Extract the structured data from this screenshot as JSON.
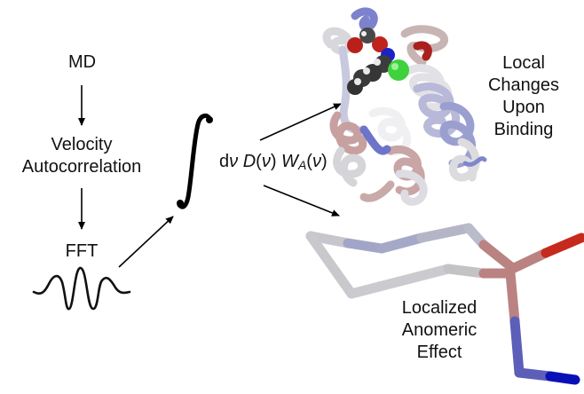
{
  "workflow": {
    "step_md": "MD",
    "step_vac_line1": "Velocity",
    "step_vac_line2": "Autocorrelation",
    "step_fft": "FFT"
  },
  "formula": {
    "integral_symbol": "∫",
    "d": "d",
    "nu": "ν",
    "D": "D",
    "open": "(",
    "close": ")",
    "W": "W",
    "sub_A": "A"
  },
  "outputs": {
    "protein_label_lines": [
      "Local",
      "Changes",
      "Upon",
      "Binding"
    ],
    "sugar_label_lines": [
      "Localized",
      "Anomeric",
      "Effect"
    ]
  },
  "colors": {
    "text": "#111111",
    "arrow": "#000000",
    "ribbon_white": "#dcdcdc",
    "ribbon_blue": "#6e74c8",
    "ribbon_pink": "#c59090",
    "atom_carbon": "#3c3c3c",
    "atom_oxygen": "#c0231e",
    "atom_nitrogen": "#1b22c8",
    "atom_chlorine": "#3fd23c",
    "stick_grey": "#c6c7cc",
    "stick_lavender": "#9ea0c6",
    "stick_pink": "#bb8282",
    "stick_red": "#c62a1c",
    "stick_blue": "#5b5fb8",
    "stick_darkblue": "#0a10b8"
  }
}
